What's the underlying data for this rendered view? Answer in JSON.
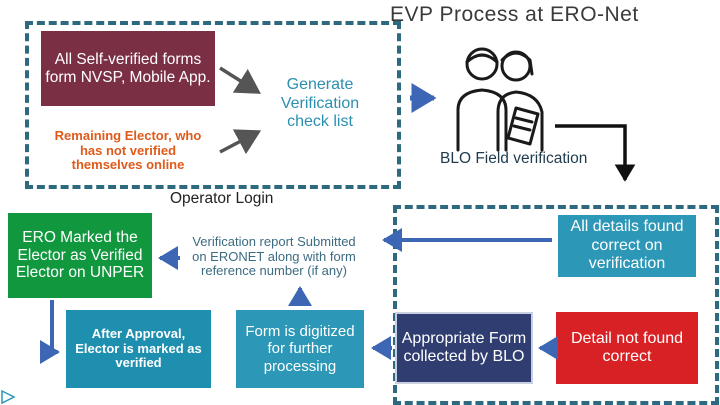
{
  "title": "EVP Process at ERO-Net",
  "nodes": {
    "self_verified": "All Self-verified forms form NVSP, Mobile App.",
    "remaining": "Remaining Elector, who has not verified themselves online",
    "generate": "Generate Verification check list",
    "blo_field": "BLO Field verification",
    "operator_login": "Operator Login",
    "ero_marked": "ERO Marked the Elector as Verified Elector on UNPER",
    "verification_report": "Verification report Submitted on ERONET along with form reference number (if any)",
    "all_correct": "All details found correct on verification",
    "after_approval": "After Approval, Elector is marked as verified",
    "digitized": "Form is digitized for further processing",
    "appropriate_form": "Appropriate Form collected by BLO",
    "not_correct": "Detail not found correct"
  },
  "colors": {
    "frame": "#2e6a7f",
    "arrow_gray": "#555555",
    "arrow_blue": "#3d67b5",
    "arrow_dark": "#111111",
    "maroon": "#7a2f44",
    "teal": "#2c97b6",
    "green": "#11983f",
    "navy": "#2f3d70",
    "red": "#d82124",
    "orange_text": "#e05a1a"
  },
  "icons": [
    "blo-people-icon"
  ]
}
